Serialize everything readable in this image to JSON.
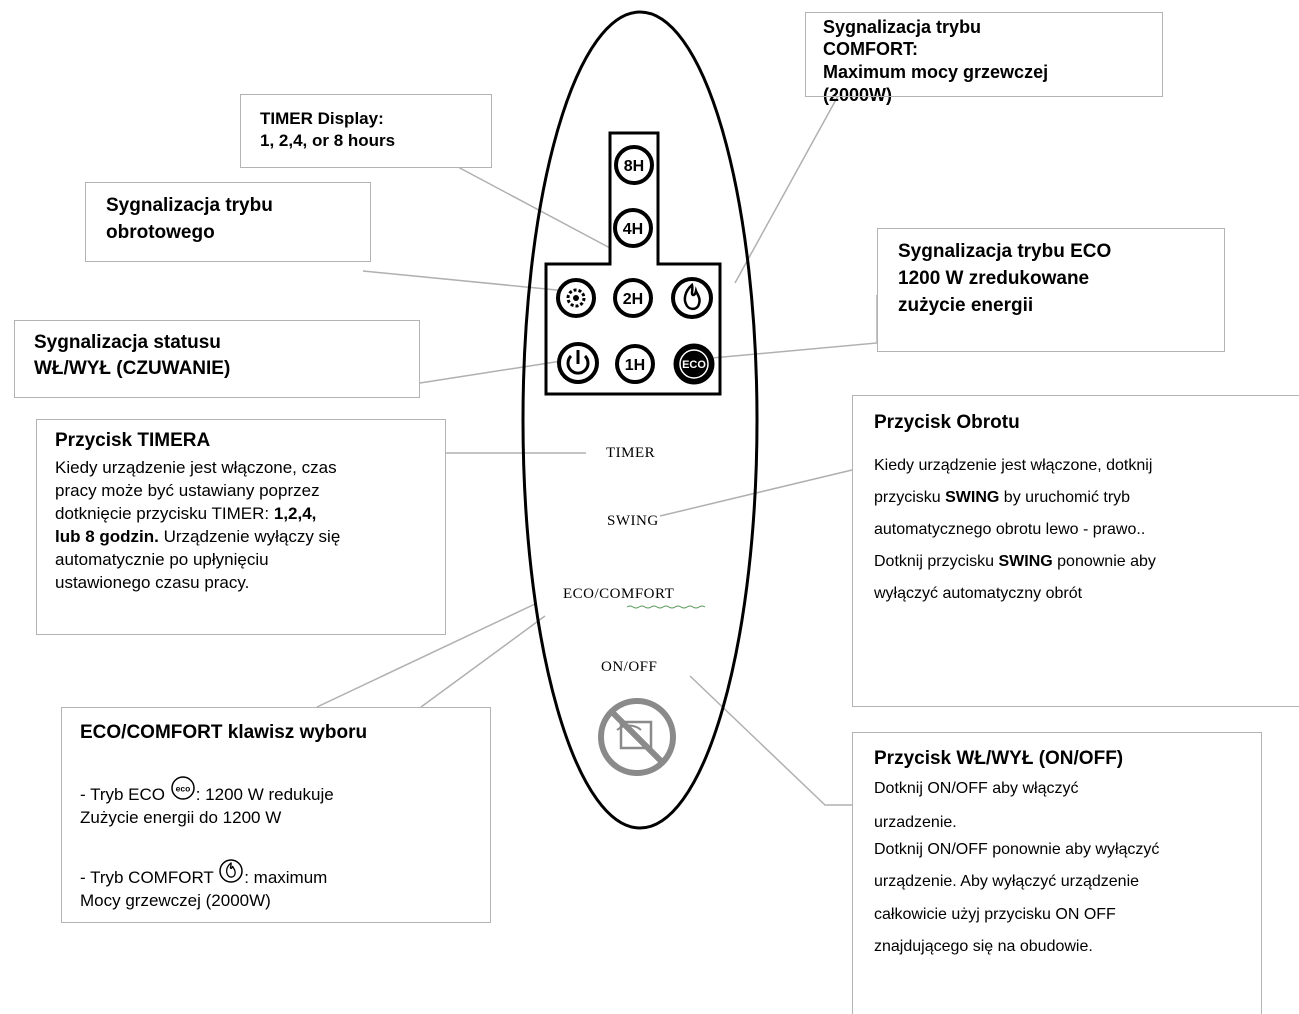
{
  "remote": {
    "buttons": {
      "h8": "8H",
      "h4": "4H",
      "h2": "2H",
      "h1": "1H",
      "eco": "ECO"
    },
    "labels": {
      "timer": "TIMER",
      "swing": "SWING",
      "eco_comfort": "ECO/COMFORT",
      "onoff": "ON/OFF"
    },
    "icons": [
      "swing-icon",
      "comfort-flame-icon",
      "power-icon",
      "eco-icon",
      "no-cover-icon"
    ]
  },
  "callouts": {
    "comfort_mode": {
      "line1": "Sygnalizacja trybu",
      "line2": "COMFORT:",
      "line3": "Maximum mocy grzewczej",
      "line4": "(2000W)"
    },
    "timer_display": {
      "line1": "TIMER Display:",
      "line2": "1, 2,4, or 8 hours"
    },
    "swing_mode": {
      "line1": "Sygnalizacja trybu",
      "line2": "obrotowego"
    },
    "eco_mode": {
      "line1": "Sygnalizacja trybu ECO",
      "line2": "1200 W zredukowane",
      "line3": "zużycie energii"
    },
    "status": {
      "line1": "Sygnalizacja statusu",
      "line2": "WŁ/WYŁ  (CZUWANIE)"
    },
    "timer_button": {
      "title": "Przycisk TIMERA",
      "l1": "Kiedy urządzenie jest włączone, czas",
      "l2": "pracy może być ustawiany poprzez",
      "l3a": "dotknięcie przycisku TIMER:  ",
      "l3b": "1,2,4,",
      "l4a": "lub 8 godzin.",
      "l4b": " Urządzenie wyłączy się",
      "l5": "automatycznie po upłynięciu",
      "l6": "ustawionego czasu pracy."
    },
    "swing_button": {
      "title": "Przycisk Obrotu",
      "l1": "Kiedy urządzenie jest włączone, dotknij",
      "l2a": "przycisku ",
      "l2b": "SWING",
      "l2c": " by uruchomić tryb",
      "l3": "automatycznego obrotu lewo - prawo..",
      "l4a": "Dotknij przycisku ",
      "l4b": "SWING",
      "l4c": " ponownie aby",
      "l5": "wyłączyć automatyczny obrót"
    },
    "eco_comfort_key": {
      "title": "ECO/COMFORT klawisz wyboru",
      "l1a": "- Tryb ECO  ",
      "l1b": ": 1200 W redukuje",
      "l2": "Zużycie energii do 1200 W",
      "l3a": "- Tryb COMFORT  ",
      "l3b": ": maximum",
      "l4": "Mocy grzewczej (2000W)"
    },
    "onoff_button": {
      "title": "Przycisk WŁ/WYŁ (ON/OFF)",
      "l1": "Dotknij ON/OFF aby włączyć",
      "l2": "urzadzenie.",
      "l3": "Dotknij ON/OFF ponownie aby wyłączyć",
      "l4": "urządzenie. Aby wyłączyć urządzenie",
      "l5": "całkowicie użyj przycisku ON OFF",
      "l6": "znajdującego się na obudowie."
    }
  }
}
